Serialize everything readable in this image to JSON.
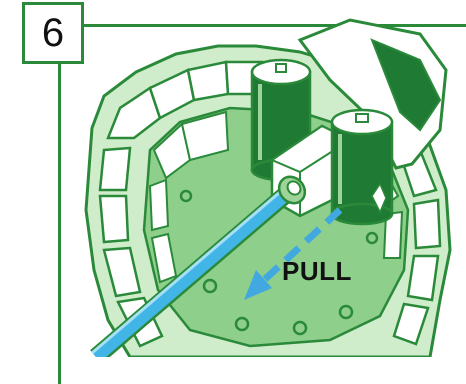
{
  "step": {
    "number": "6"
  },
  "labels": {
    "pull": "PULL"
  },
  "icons": {
    "step_box": "step-number-box",
    "arrow": "dashed-pull-arrow-icon",
    "tube": "water-tube",
    "batteries": "battery-pair"
  },
  "colors": {
    "outline_green": "#2a8a3a",
    "dark_green": "#1f7a33",
    "light_green": "#9ed39a",
    "pale_green": "#d8f0d2",
    "tube_blue": "#41b6e6",
    "arrow_blue": "#41a8e0",
    "text": "#111111"
  }
}
